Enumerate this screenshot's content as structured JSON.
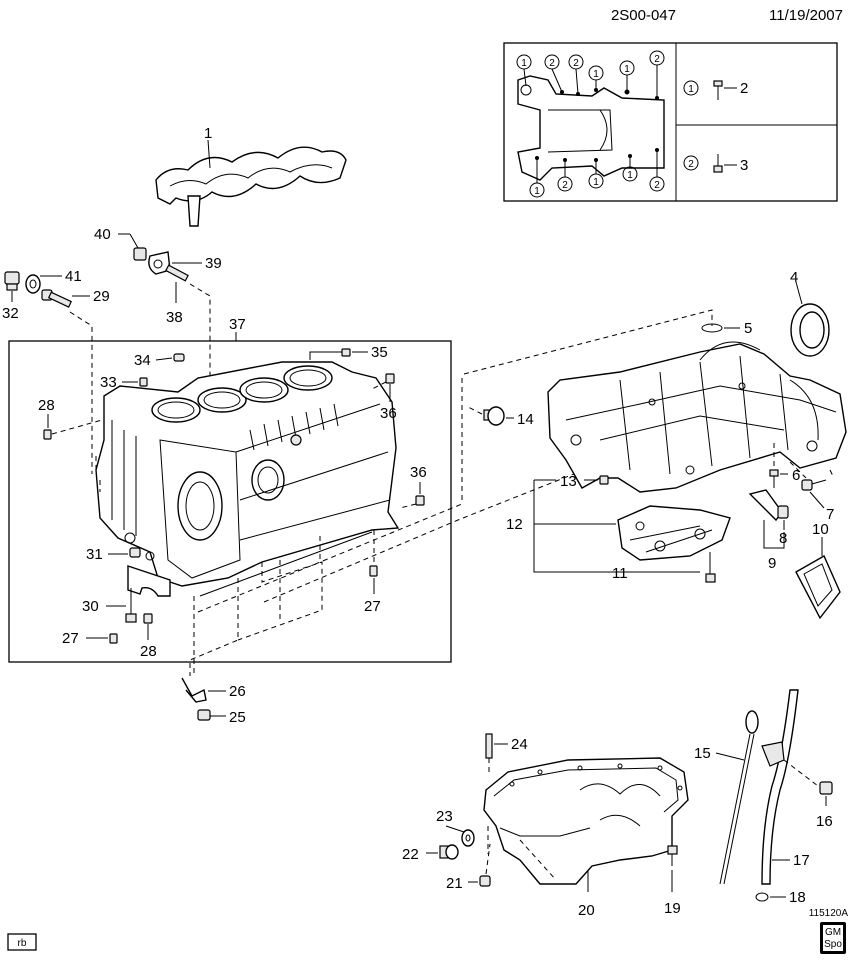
{
  "header": {
    "diagram_id": "2S00-047",
    "date": "11/19/2007"
  },
  "figure_code": "115120A",
  "footer": {
    "badge": "rb",
    "logo_top": "GM",
    "logo_bottom": "Spo"
  },
  "inset": {
    "markers": {
      "m1": "1",
      "m2": "2"
    },
    "legend": [
      {
        "marker": "1",
        "part": "2"
      },
      {
        "marker": "2",
        "part": "3"
      }
    ]
  },
  "callouts": {
    "p1": "1",
    "p2": "2",
    "p3": "3",
    "p4": "4",
    "p5": "5",
    "p6": "6",
    "p7": "7",
    "p8": "8",
    "p9": "9",
    "p10": "10",
    "p11": "11",
    "p12": "12",
    "p13": "13",
    "p14": "14",
    "p15": "15",
    "p16": "16",
    "p17": "17",
    "p18": "18",
    "p19": "19",
    "p20": "20",
    "p21": "21",
    "p22": "22",
    "p23": "23",
    "p24": "24",
    "p25": "25",
    "p26": "26",
    "p27": "27",
    "p28": "28",
    "p29": "29",
    "p30": "30",
    "p31": "31",
    "p32": "32",
    "p33": "33",
    "p34": "34",
    "p35": "35",
    "p36": "36",
    "p37": "37",
    "p38": "38",
    "p39": "39",
    "p40": "40",
    "p41": "41"
  }
}
